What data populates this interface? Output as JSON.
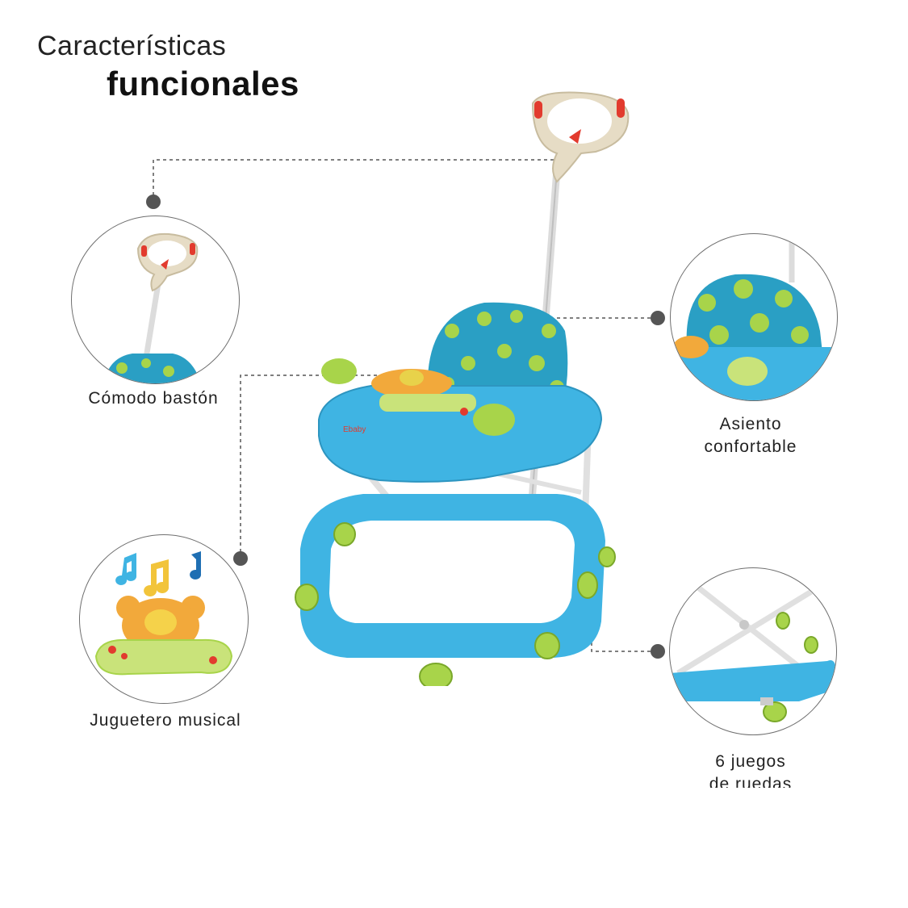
{
  "header": {
    "title_line1": "Características",
    "title_line2": "funcionales"
  },
  "features": {
    "handle": {
      "label": "Cómodo bastón",
      "icon": "push-handle-icon"
    },
    "seat": {
      "label_line1": "Asiento",
      "label_line2": "confortable",
      "icon": "padded-seat-icon"
    },
    "toy": {
      "label": "Juguetero musical",
      "icon": "musical-toy-tray-icon"
    },
    "wheels": {
      "label_line1": "6 juegos",
      "label_line2": "de ruedas",
      "icon": "wheels-icon"
    }
  },
  "colors": {
    "frame_blue": "#3fb4e3",
    "accent_green": "#a8d44a",
    "seat_teal": "#2a9fc4",
    "handle_beige": "#e6dcc5",
    "accent_red": "#e23b2e",
    "connector_gray": "#555555"
  }
}
